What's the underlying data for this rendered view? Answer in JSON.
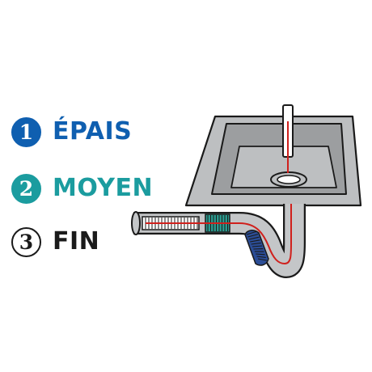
{
  "legend": [
    {
      "number": "1",
      "label": "ÉPAIS",
      "color": "#0f5fb0",
      "badge_style": "filled"
    },
    {
      "number": "2",
      "label": "MOYEN",
      "color": "#1b9c9f",
      "badge_style": "filled"
    },
    {
      "number": "3",
      "label": "FIN",
      "color": "#1a1a1a",
      "badge_style": "outline"
    }
  ],
  "colors": {
    "sink_body": "#bdbfc1",
    "sink_basin": "#9c9ea0",
    "pipe": "#c4c6c8",
    "outline": "#1a1a1a",
    "wire": "#d0201c",
    "brush_thick": "#2b4d96",
    "brush_medium": "#2a9a8e",
    "brush_fine": "#ffffff"
  },
  "icons": [
    "sink-illustration",
    "faucet",
    "drain",
    "drain-pipe",
    "drain-brush-fine",
    "drain-brush-medium",
    "drain-brush-thick",
    "cleaning-wire"
  ]
}
